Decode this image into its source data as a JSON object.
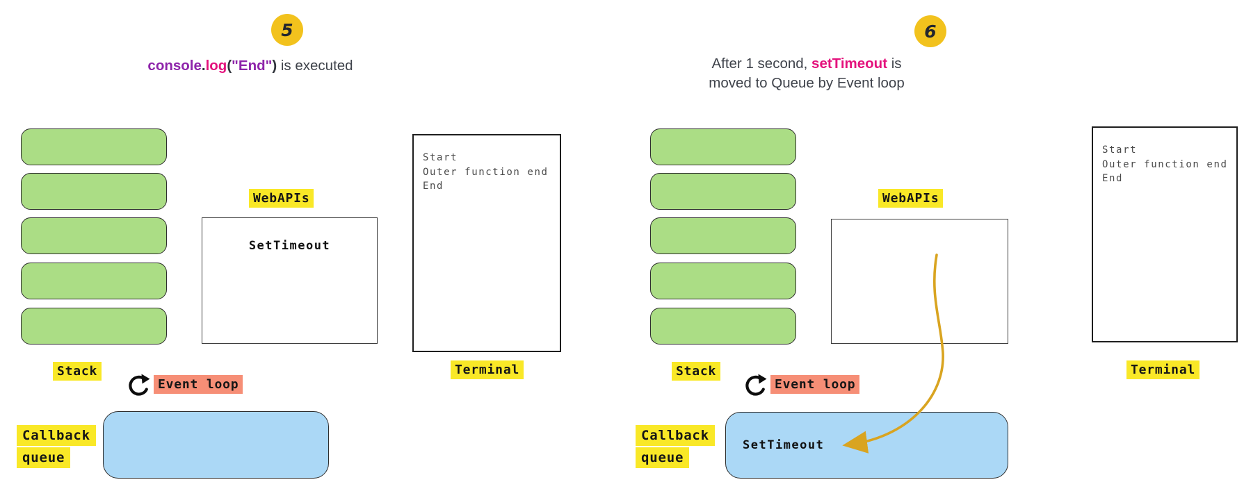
{
  "colors": {
    "badge_gold": "#F2C21D",
    "highlight_yellow": "#F9E827",
    "highlight_salmon": "#F68E76",
    "stack_item_green": "#ABDD85",
    "queue_blue": "#ABD8F6",
    "arrow_gold": "#D9A420",
    "code_purple": "#8E24AA",
    "code_pink": "#E4127D",
    "text_dark": "#3f434b"
  },
  "panel_left": {
    "badge": "5",
    "title_lines": [
      [
        {
          "text": "console",
          "color": "#8E24AA",
          "bold": true
        },
        {
          "text": ".",
          "color": "#30343c",
          "bold": true
        },
        {
          "text": "log",
          "color": "#E4127D",
          "bold": true
        },
        {
          "text": "(",
          "color": "#30343c",
          "bold": true
        },
        {
          "text": "\"End\"",
          "color": "#8E24AA",
          "bold": true
        },
        {
          "text": ")",
          "color": "#30343c",
          "bold": true
        },
        {
          "text": " is executed",
          "color": "#3f434b",
          "bold": false
        }
      ]
    ],
    "stack_label": "Stack",
    "stack_item_count": 5,
    "webapis_label": "WebAPIs",
    "webapis_box_content": "SetTimeout",
    "terminal_label": "Terminal",
    "terminal_lines": [
      "Start",
      "Outer function end",
      "End"
    ],
    "event_loop_label": "Event loop",
    "callback_queue_lines": [
      "Callback",
      "queue"
    ],
    "queue_content": ""
  },
  "panel_right": {
    "badge": "6",
    "title_lines": [
      [
        {
          "text": "After 1 second, ",
          "color": "#3f434b",
          "bold": false
        },
        {
          "text": "setTimeout",
          "color": "#E4127D",
          "bold": true
        },
        {
          "text": " is",
          "color": "#3f434b",
          "bold": false
        }
      ],
      [
        {
          "text": "moved to Queue by Event loop",
          "color": "#3f434b",
          "bold": false
        }
      ]
    ],
    "stack_label": "Stack",
    "stack_item_count": 5,
    "webapis_label": "WebAPIs",
    "webapis_box_content": "",
    "terminal_label": "Terminal",
    "terminal_lines": [
      "Start",
      "Outer function end",
      "End"
    ],
    "event_loop_label": "Event loop",
    "callback_queue_lines": [
      "Callback",
      "queue"
    ],
    "queue_content": "SetTimeout"
  }
}
